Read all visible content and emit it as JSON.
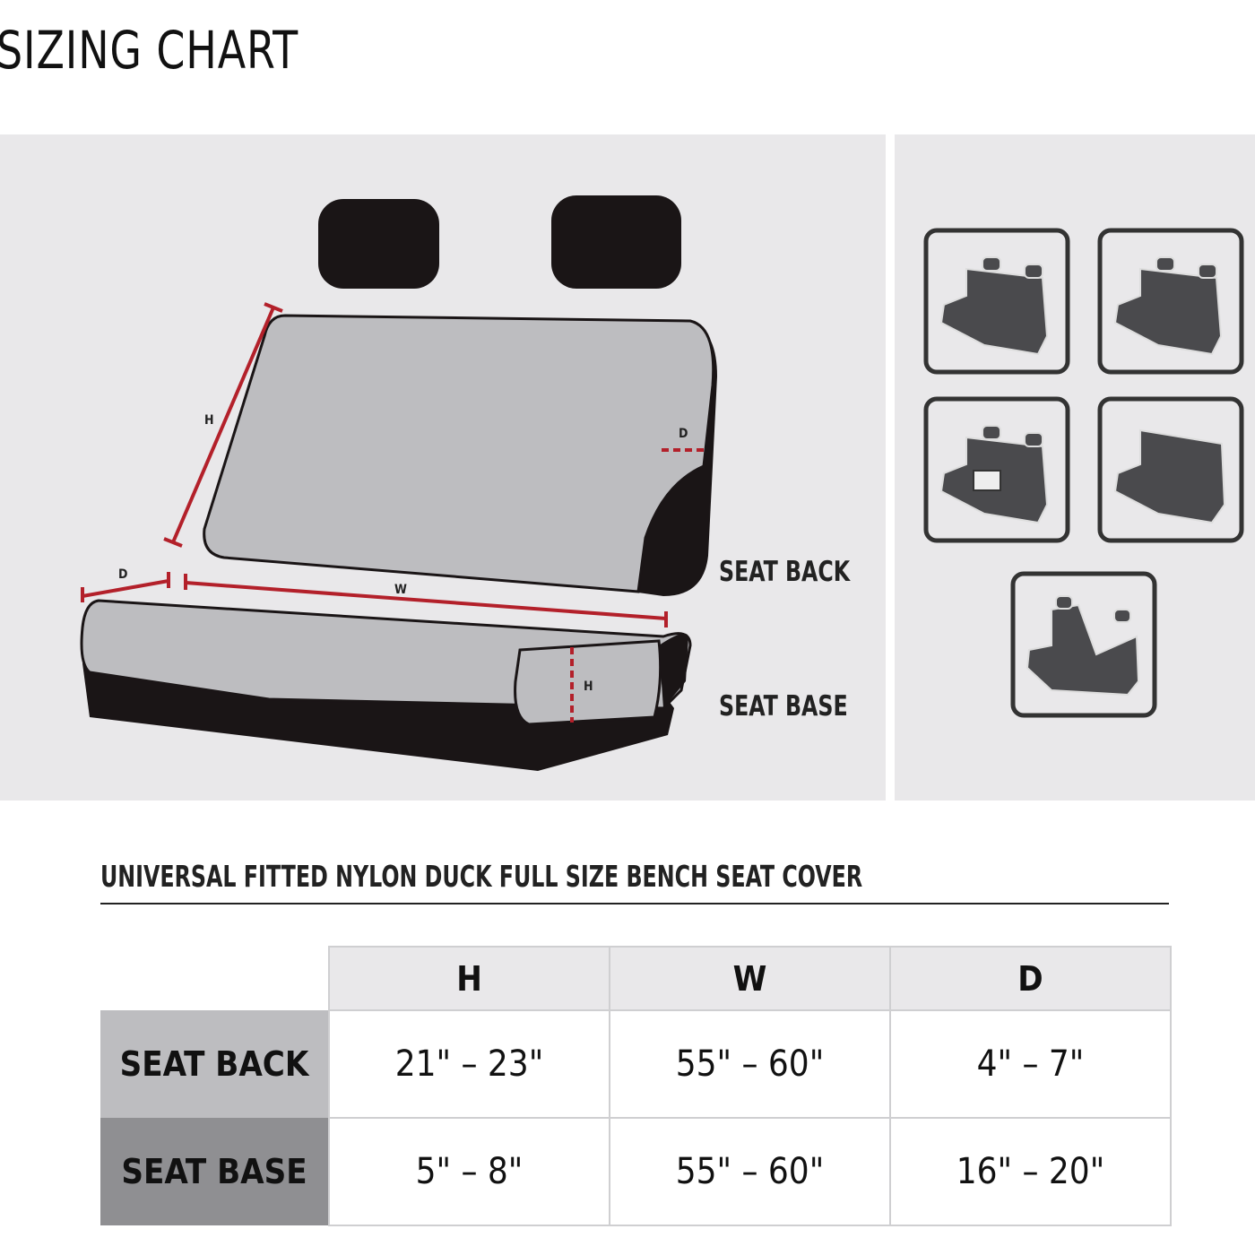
{
  "title": "SIZING CHART",
  "diagram": {
    "labels": {
      "seat_back": "SEAT BACK",
      "seat_base": "SEAT BASE"
    },
    "dimensions": {
      "back_height": "H",
      "back_depth": "D",
      "width": "W",
      "base_depth": "D",
      "base_height": "H"
    },
    "accent": "#b3202a"
  },
  "compatible_icons": [
    "bench-with-headrests",
    "bench-with-split-headrests",
    "bench-with-armrest-console",
    "bench-solid-back",
    "split-bucket-bench"
  ],
  "table": {
    "title": "UNIVERSAL FITTED NYLON DUCK FULL SIZE BENCH SEAT COVER",
    "headers": [
      "H",
      "W",
      "D"
    ],
    "rows": [
      {
        "label": "SEAT BACK",
        "values": [
          "21\" – 23\"",
          "55\" – 60\"",
          "4\" – 7\""
        ]
      },
      {
        "label": "SEAT BASE",
        "values": [
          "5\" – 8\"",
          "55\" – 60\"",
          "16\" – 20\""
        ]
      }
    ]
  }
}
